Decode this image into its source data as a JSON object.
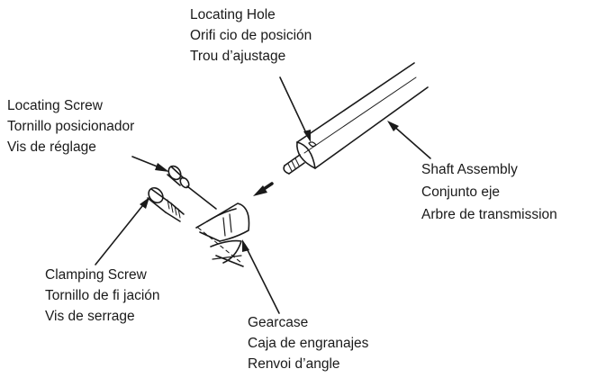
{
  "labels": {
    "locating_hole": {
      "en": "Locating Hole",
      "es": "Orifi cio de posición",
      "fr": "Trou d’ajustage"
    },
    "locating_screw": {
      "en": "Locating Screw",
      "es": "Tornillo posicionador",
      "fr": "Vis de réglage"
    },
    "shaft_assembly": {
      "en": "Shaft Assembly",
      "es": "Conjunto eje",
      "fr": "Arbre de transmission"
    },
    "clamping_screw": {
      "en": "Clamping Screw",
      "es": "Tornillo de fi jación",
      "fr": "Vis de serrage"
    },
    "gearcase": {
      "en": "Gearcase",
      "es": "Caja de engranajes",
      "fr": "Renvoi d’angle"
    }
  },
  "colors": {
    "ink": "#1a1a1a",
    "background": "#ffffff"
  }
}
